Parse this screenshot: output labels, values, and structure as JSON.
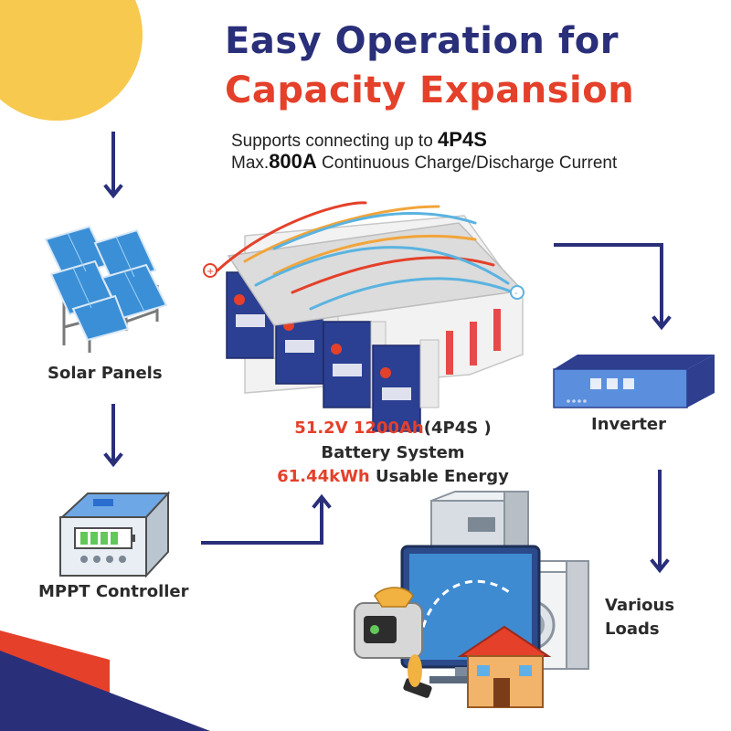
{
  "title": {
    "line1": "Easy Operation for",
    "line2": "Capacity Expansion"
  },
  "subtitle": {
    "line1_prefix": "Supports connecting up to ",
    "line1_bold": "4P4S",
    "line2_prefix": "Max.",
    "line2_bold": "800A",
    "line2_suffix": " Continuous Charge/Discharge Current"
  },
  "components": {
    "solar": "Solar Panels",
    "mppt": "MPPT Controller",
    "inverter": "Inverter",
    "loads_line1": "Various",
    "loads_line2": "Loads"
  },
  "battery": {
    "spec_voltage_capacity": "51.2V  1200Ah",
    "spec_config": "(4P4S )",
    "system_label": "Battery  System",
    "energy_value": "61.44kWh",
    "energy_label": " Usable Energy"
  },
  "colors": {
    "navy": "#2a2f7a",
    "red": "#e4402a",
    "sun": "#f7c94e",
    "arrow": "#2a2f7a",
    "solar_blue": "#3b8fd6",
    "inverter_blue": "#4a7fd0"
  },
  "icons": [
    "sun-shape",
    "solar-panels-icon",
    "mppt-controller-icon",
    "battery-bank-icon",
    "inverter-icon",
    "appliances-icon"
  ]
}
